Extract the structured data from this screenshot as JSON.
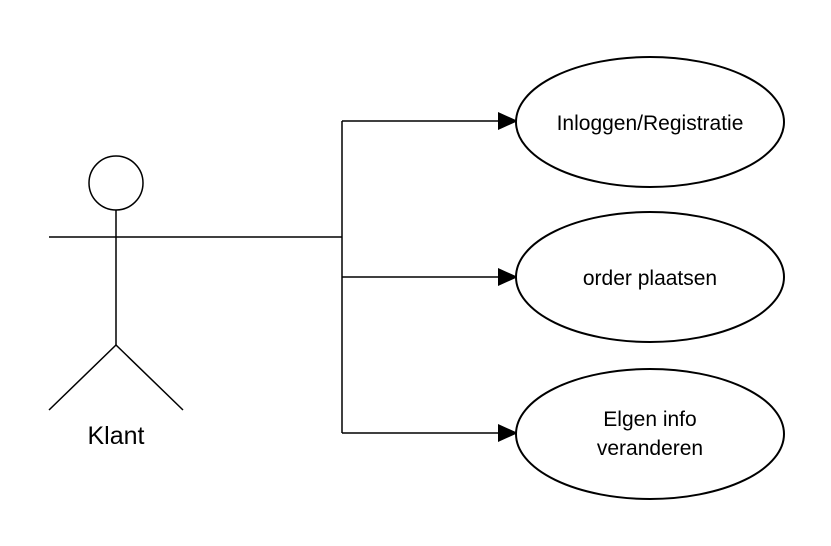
{
  "actor": {
    "name": "Klant"
  },
  "use_cases": [
    {
      "id": "login",
      "lines": [
        "Inloggen/Registratie"
      ]
    },
    {
      "id": "order",
      "lines": [
        "order plaatsen"
      ]
    },
    {
      "id": "info",
      "lines": [
        "Elgen info",
        "veranderen"
      ]
    }
  ],
  "colors": {
    "stroke": "#000000",
    "fill": "#ffffff"
  }
}
